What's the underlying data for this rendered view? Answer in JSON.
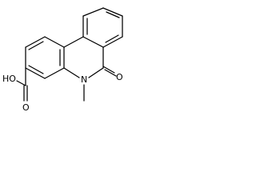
{
  "molecule": {
    "atom_labels": {
      "hydroxyl": "HO",
      "carbonyl_oxygen_acid": "O",
      "ring_nitrogen": "N",
      "lactam_oxygen": "O",
      "methyl": ""
    }
  }
}
